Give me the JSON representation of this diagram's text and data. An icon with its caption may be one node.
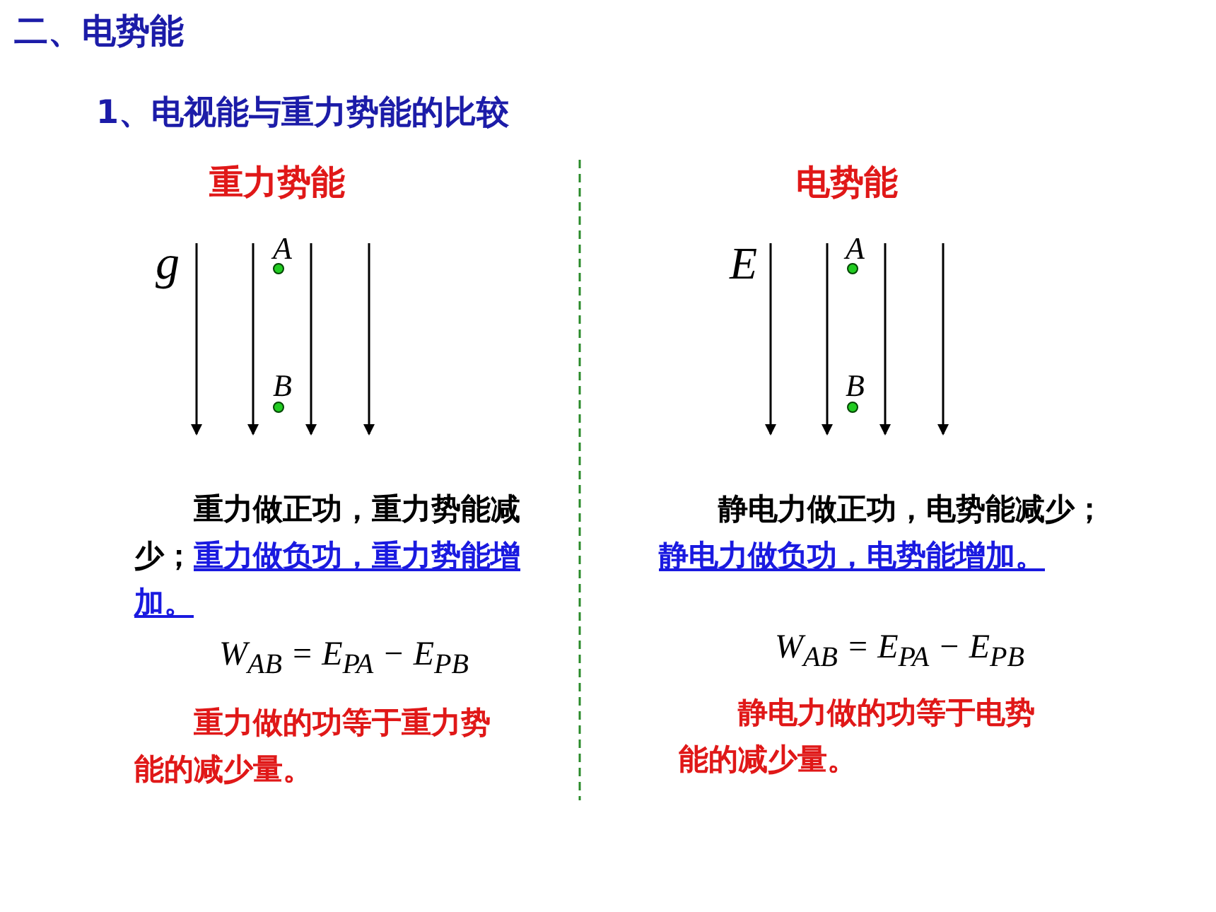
{
  "diagram": {
    "title": "二、电势能",
    "labels": [
      "1、电视能与重力势能的比较",
      "重力势能",
      "电势能",
      "g",
      "A",
      "B",
      "E",
      "A",
      "B",
      "重力做正功，重力势能减少；",
      "重力做负功，重力势能增加。",
      "静电力做正功，电势能减少；",
      "静电力做负功，电势能增加。",
      "W$_{AB}$ = E$_{PA}$ − E$_{PB}$",
      "W$_{AB}$ = E$_{PA}$ − E$_{PB}$",
      "重力做的功等于重力势能的减少量。",
      "静电力做的功等于电势能的减少量。"
    ]
  }
}
